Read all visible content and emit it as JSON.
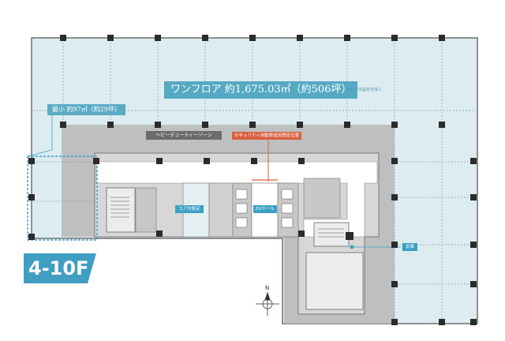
{
  "floor_area_label": "ワンフロア 約1,675.03㎡（約506坪）",
  "floor_area_note": "※コア内設定を除く",
  "min_area_label": "最小 約97㎡（約29坪）",
  "heavy_duty_label": "ヘビーデューティーゾーン",
  "security_label": "セキュリティ自動扉追加想定位置",
  "core_label": "コア内設定",
  "ev_hall_label": "EVホール",
  "storage_label": "倉庫",
  "floor_badge": "4-10F",
  "compass_label": "N",
  "colors": {
    "office_fill": "#dcecf1",
    "grid_line": "#9a9a9a",
    "heavy_zone": "#a8a8a8",
    "core": "#9d9d9d",
    "accent_blue": "#3f9ec1",
    "security_red": "#d9603f",
    "column": "#2b2b2b"
  }
}
